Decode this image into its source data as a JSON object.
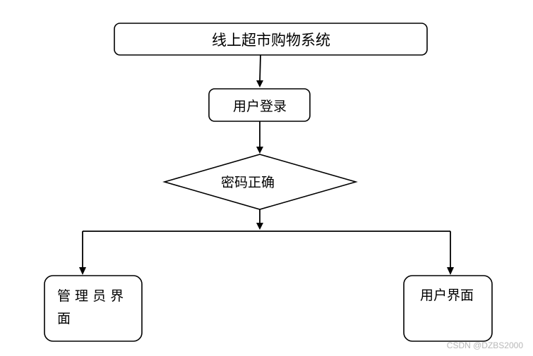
{
  "diagram": {
    "nodes": {
      "system": {
        "label": "线上超市购物系统"
      },
      "login": {
        "label": "用户登录"
      },
      "decision": {
        "label": "密码正确"
      },
      "admin": {
        "label_line1": "管 理 员 界",
        "label_line2": "面"
      },
      "user": {
        "label": "用户界面"
      }
    },
    "edges": [
      {
        "from": "system",
        "to": "login"
      },
      {
        "from": "login",
        "to": "decision"
      },
      {
        "from": "decision",
        "to": "admin"
      },
      {
        "from": "decision",
        "to": "user"
      }
    ]
  },
  "watermark": {
    "text": "CSDN @DZBS2000"
  }
}
